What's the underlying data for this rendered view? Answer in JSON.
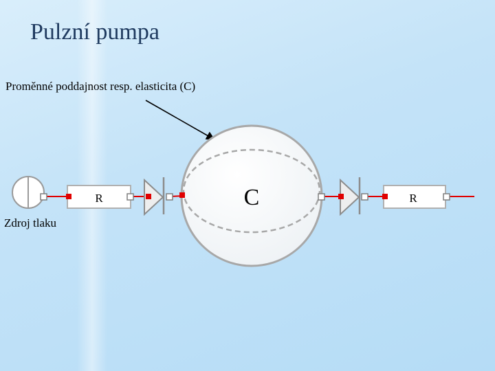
{
  "slide": {
    "title": "Pulzní pumpa"
  },
  "labels": {
    "elasticity": "Proměnné poddajnost resp. elasticita (C)",
    "pressure_source": "Zdroj tlaku"
  },
  "components": {
    "resistor_left": "R",
    "capacitor": "C",
    "resistor_right": "R"
  },
  "colors": {
    "wire": "#e00000",
    "connector_fill": "#ffffff",
    "connector_stroke": "#7f7f7f",
    "component_fill": "#ffffff",
    "component_stroke": "#b0b0b0",
    "valve_fill": "#eeeeee",
    "valve_stroke": "#8c8c8c",
    "title": "#1f3a5f"
  }
}
